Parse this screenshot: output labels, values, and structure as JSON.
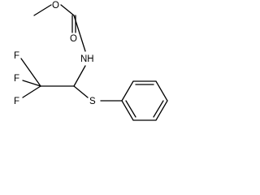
{
  "molecule": {
    "atoms": {
      "carbonyl_oxygen": "O",
      "ester_oxygen": "O",
      "nitrogen_h": "NH",
      "fluorine_1": "F",
      "fluorine_2": "F",
      "fluorine_3": "F",
      "sulfur": "S"
    }
  },
  "colors": {
    "ink": "#000000",
    "background": "#ffffff"
  }
}
